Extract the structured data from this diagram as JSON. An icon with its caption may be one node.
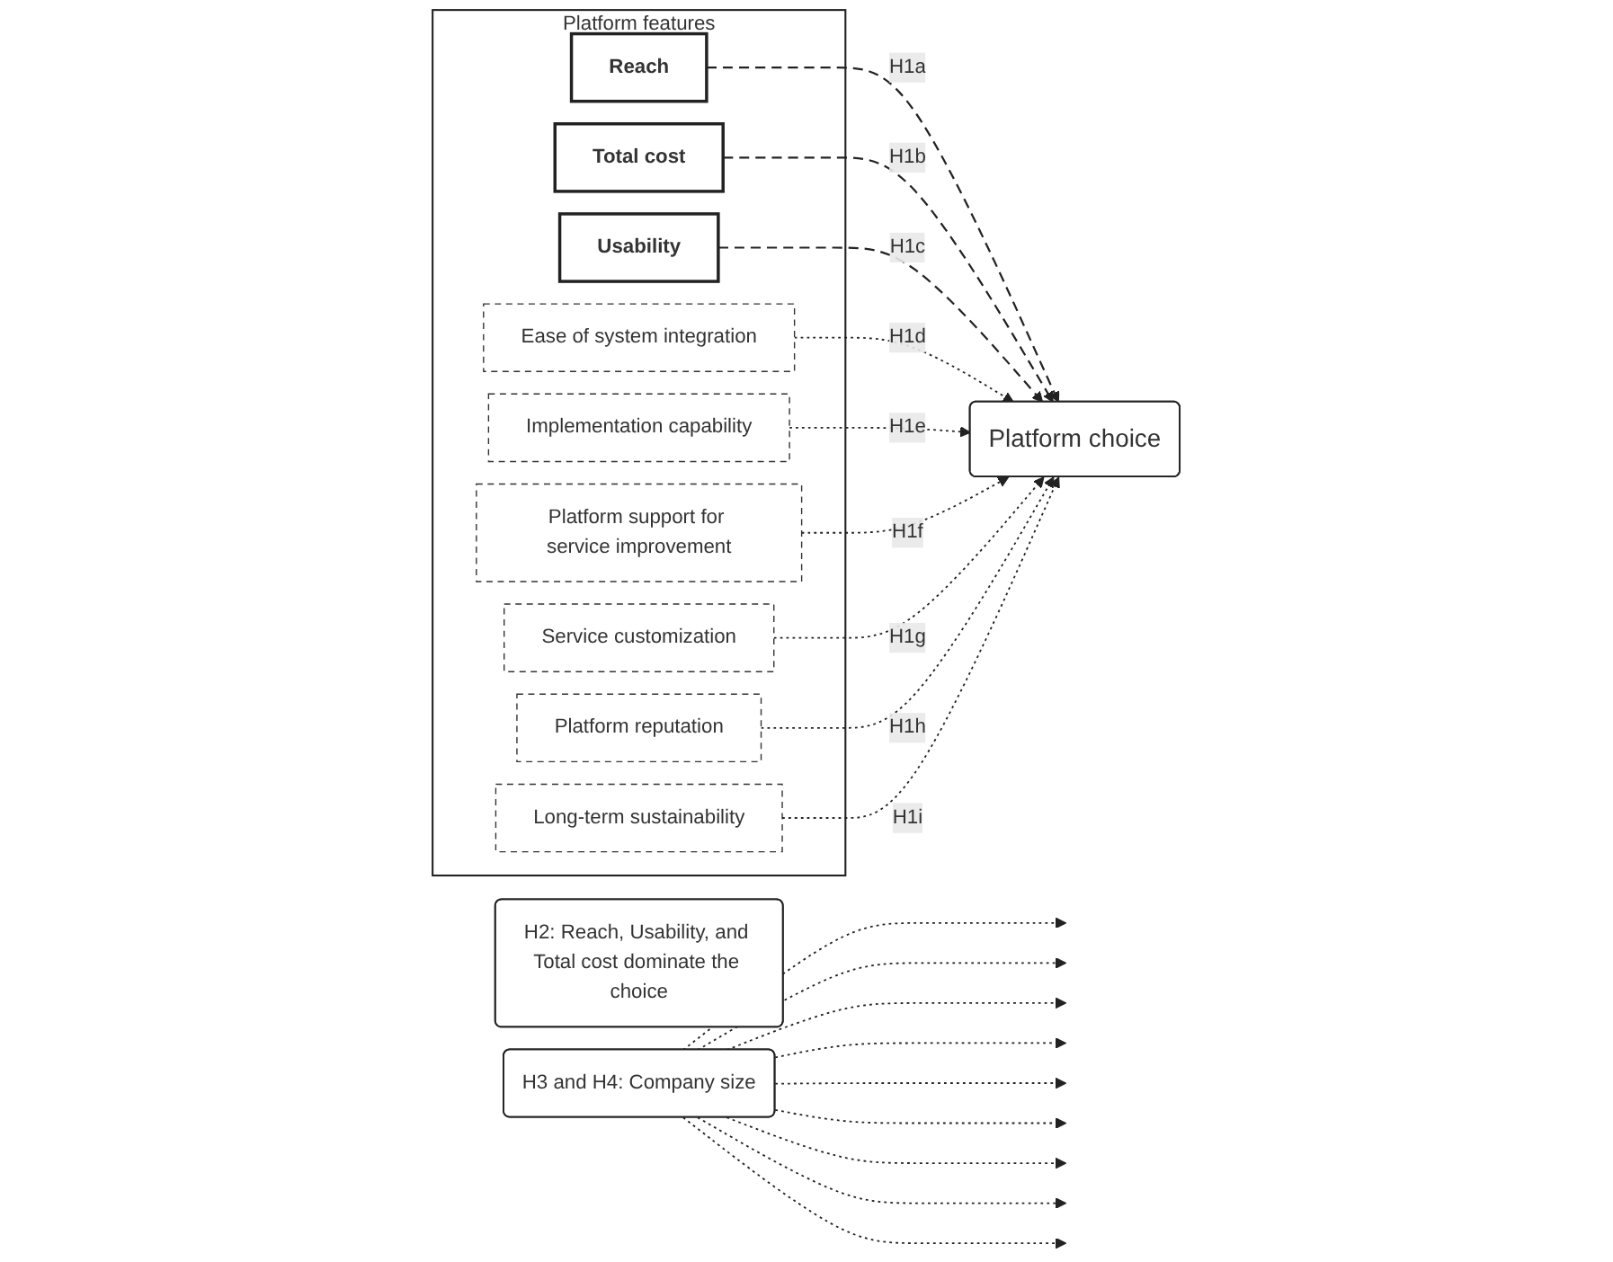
{
  "diagram": {
    "nodes": [
      {
        "text": [
          "Platform features"
        ]
      },
      {
        "text": [
          "Reach"
        ],
        "in": 0
      },
      {
        "text": [
          "Total cost"
        ],
        "in": 0
      },
      {
        "text": [
          "Usability"
        ],
        "in": 0
      },
      {
        "text": [
          "Ease of system integration"
        ],
        "in": 0
      },
      {
        "text": [
          "Implementation capability"
        ],
        "in": 0
      },
      {
        "text": [
          "Platform support for service improvement"
        ],
        "in": 0
      },
      {
        "text": [
          "Service customization"
        ],
        "in": 0
      },
      {
        "text": [
          "Platform reputation"
        ],
        "in": 0
      },
      {
        "text": [
          "Long-term sustainability"
        ],
        "in": 0
      },
      {
        "text": [
          "H2: Reach, Usability, and Total cost dominate the choice"
        ]
      },
      {
        "text": [
          "H3 and H4: Company size"
        ]
      },
      {
        "text": [
          "Platform choice"
        ]
      }
    ],
    "edges": [
      {
        "from": 1,
        "to": 12,
        "arrow": "to",
        "label": "H1a",
        "style": "dashed"
      },
      {
        "from": 2,
        "to": 12,
        "arrow": "to",
        "label": "H1b",
        "style": "dashed"
      },
      {
        "from": 3,
        "to": 12,
        "arrow": "to",
        "label": "H1c",
        "style": "dashed"
      },
      {
        "from": 4,
        "to": 12,
        "arrow": "to",
        "label": "H1d"
      },
      {
        "from": 5,
        "to": 12,
        "arrow": "to",
        "label": "H1e"
      },
      {
        "from": 6,
        "to": 12,
        "arrow": "to",
        "label": "H1f"
      },
      {
        "from": 7,
        "to": 12,
        "arrow": "to",
        "label": "H1g"
      },
      {
        "from": 8,
        "to": 12,
        "arrow": "to",
        "label": "H1h"
      },
      {
        "from": 9,
        "to": 12,
        "arrow": "to",
        "label": "H1i"
      },
      {
        "from": 11,
        "to": null,
        "arrow": "to"
      },
      {
        "from": 11,
        "to": null,
        "arrow": "to"
      },
      {
        "from": 11,
        "to": null,
        "arrow": "to"
      },
      {
        "from": 11,
        "to": null,
        "arrow": "to"
      },
      {
        "from": 11,
        "to": null,
        "arrow": "to"
      },
      {
        "from": 11,
        "to": null,
        "arrow": "to"
      },
      {
        "from": 11,
        "to": null,
        "arrow": "to"
      },
      {
        "from": 11,
        "to": null,
        "arrow": "to"
      },
      {
        "from": 11,
        "to": null,
        "arrow": "to"
      }
    ]
  }
}
